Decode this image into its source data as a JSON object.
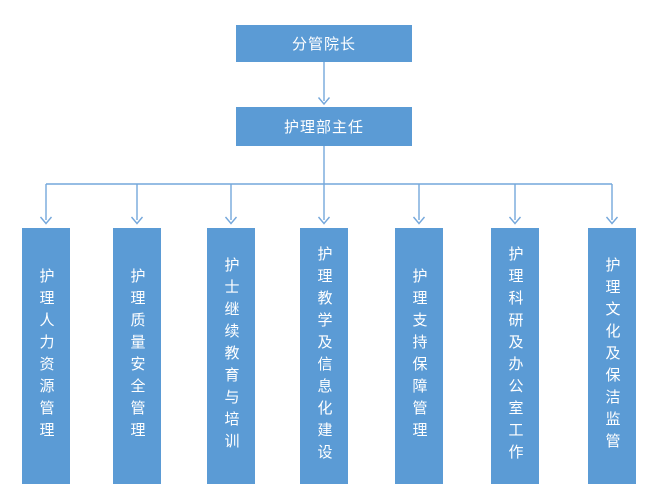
{
  "org_chart": {
    "root": {
      "label": "分管院长"
    },
    "manager": {
      "label": "护理部主任"
    },
    "departments": [
      {
        "label": "护理人力资源管理"
      },
      {
        "label": "护理质量安全管理"
      },
      {
        "label": "护士继续教育与培训"
      },
      {
        "label": "护理教学及信息化建设"
      },
      {
        "label": "护理支持保障管理"
      },
      {
        "label": "护理科研及办公室工作"
      },
      {
        "label": "护理文化及保洁监管"
      }
    ],
    "colors": {
      "box_fill": "#5B9BD5",
      "box_text": "#FFFFFF",
      "connector": "#74A7DB"
    }
  }
}
